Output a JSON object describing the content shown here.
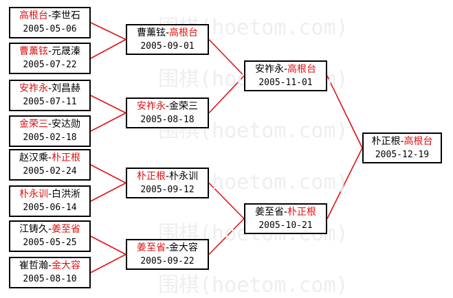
{
  "colors": {
    "winner": "#e01010",
    "line": "#e01010",
    "border": "#000000",
    "text": "#000000"
  },
  "watermark": "围棋(hoetom.com)",
  "matches": {
    "r1": [
      {
        "p1": "高根台",
        "p2": "李世石",
        "winner": "p1",
        "date": "2005-05-06"
      },
      {
        "p1": "曹薰铉",
        "p2": "元晟溱",
        "winner": "p1",
        "date": "2005-07-22"
      },
      {
        "p1": "安祚永",
        "p2": "刘昌赫",
        "winner": "p1",
        "date": "2005-07-11"
      },
      {
        "p1": "金荣三",
        "p2": "安达勋",
        "winner": "p1",
        "date": "2005-02-18"
      },
      {
        "p1": "赵汉乘",
        "p2": "朴正根",
        "winner": "p2",
        "date": "2005-02-24"
      },
      {
        "p1": "朴永训",
        "p2": "白洪淅",
        "winner": "p1",
        "date": "2005-06-14"
      },
      {
        "p1": "江铸久",
        "p2": "姜至省",
        "winner": "p2",
        "date": "2005-05-25"
      },
      {
        "p1": "崔哲瀚",
        "p2": "金大容",
        "winner": "p2",
        "date": "2005-08-10"
      }
    ],
    "r2": [
      {
        "p1": "曹薰铉",
        "p2": "高根台",
        "winner": "p2",
        "date": "2005-09-01"
      },
      {
        "p1": "安祚永",
        "p2": "金荣三",
        "winner": "p1",
        "date": "2005-08-18"
      },
      {
        "p1": "朴正根",
        "p2": "朴永训",
        "winner": "p1",
        "date": "2005-09-12"
      },
      {
        "p1": "姜至省",
        "p2": "金大容",
        "winner": "p1",
        "date": "2005-09-22"
      }
    ],
    "r3": [
      {
        "p1": "安祚永",
        "p2": "高根台",
        "winner": "p2",
        "date": "2005-11-01"
      },
      {
        "p1": "姜至省",
        "p2": "朴正根",
        "winner": "p2",
        "date": "2005-10-21"
      }
    ],
    "r4": [
      {
        "p1": "朴正根",
        "p2": "高根台",
        "winner": "p2",
        "date": "2005-12-19"
      }
    ]
  }
}
